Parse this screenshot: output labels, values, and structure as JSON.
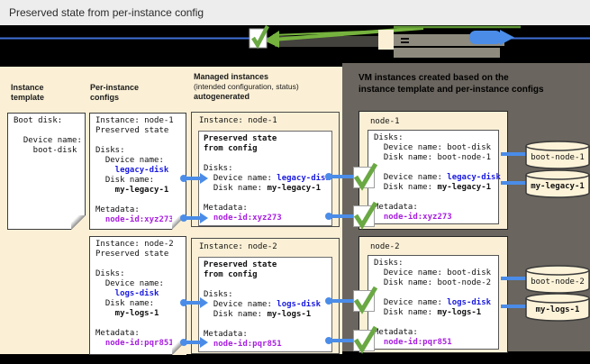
{
  "title": "Preserved state from per-instance config",
  "headers": {
    "instance_template": "Instance template",
    "per_instance": "Per-instance configs",
    "managed_l1": "Managed instances",
    "managed_l2": "(intended configuration, status)",
    "managed_l3": "autogenerated",
    "dark_l1": "VM instances created based on the",
    "dark_l2": "instance template and per-instance configs"
  },
  "template_box": {
    "l1": "Boot disk:",
    "l2": "  Device name:",
    "l3": "    boot-disk"
  },
  "pic": [
    {
      "instance": "Instance: node-1",
      "preserved": "Preserved state",
      "disks": "Disks:",
      "device_label": "  Device name:",
      "device_value": "    legacy-disk",
      "disk_label": "  Disk name:",
      "disk_value": "    my-legacy-1",
      "meta_label": "Metadata:",
      "meta_value": "  node-id:xyz273"
    },
    {
      "instance": "Instance: node-2",
      "preserved": "Preserved state",
      "disks": "Disks:",
      "device_label": "  Device name:",
      "device_value": "    logs-disk",
      "disk_label": "  Disk name:",
      "disk_value": "    my-logs-1",
      "meta_label": "Metadata:",
      "meta_value": "  node-id:pqr851"
    }
  ],
  "mi": [
    {
      "title": "Instance: node-1",
      "preserved1": "Preserved state",
      "preserved2": "from config",
      "disks": "Disks:",
      "device_label": "  Device name: ",
      "device_value": "legacy-disk",
      "disk_label": "  Disk name: ",
      "disk_value": "my-legacy-1",
      "meta_label": "Metadata:",
      "meta_value": "  node-id:xyz273"
    },
    {
      "title": "Instance: node-2",
      "preserved1": "Preserved state",
      "preserved2": "from config",
      "disks": "Disks:",
      "device_label": "  Device name: ",
      "device_value": "logs-disk",
      "disk_label": "  Disk name: ",
      "disk_value": "my-logs-1",
      "meta_label": "Metadata:",
      "meta_value": "  node-id:pqr851"
    }
  ],
  "vm": [
    {
      "title": "node-1",
      "disks": "Disks:",
      "boot_device_label": "  Device name: ",
      "boot_device_value": "boot-disk",
      "boot_disk_label": "  Disk name: ",
      "boot_disk_value": "boot-node-1",
      "device_label": "  Device name: ",
      "device_value": "legacy-disk",
      "disk_label": "  Disk name: ",
      "disk_value": "my-legacy-1",
      "meta_label": "Metadata:",
      "meta_value": "  node-id:xyz273"
    },
    {
      "title": "node-2",
      "disks": "Disks:",
      "boot_device_label": "  Device name: ",
      "boot_device_value": "boot-disk",
      "boot_disk_label": "  Disk name: ",
      "boot_disk_value": "boot-node-2",
      "device_label": "  Device name: ",
      "device_value": "logs-disk",
      "disk_label": "  Disk name: ",
      "disk_value": "my-logs-1",
      "meta_label": "Metadata:",
      "meta_value": "  node-id:pqr851"
    }
  ],
  "disks": [
    {
      "name": "boot-node-1"
    },
    {
      "name": "my-legacy-1"
    },
    {
      "name": "boot-node-2"
    },
    {
      "name": "my-logs-1"
    }
  ],
  "colors": {
    "value_blue": "#1b1be0",
    "value_magenta": "#a81ee0",
    "connector_blue": "#4a8ce8",
    "check_green": "#6aa843",
    "legend_green": "#76b33e",
    "panel_beige": "#fbf0d6",
    "panel_dark": "#6a655e"
  }
}
